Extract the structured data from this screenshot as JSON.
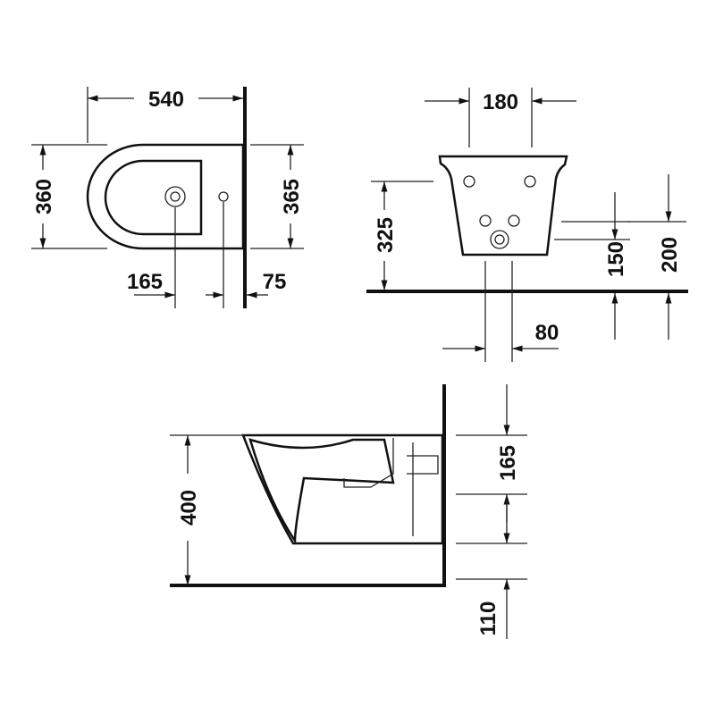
{
  "title": "Wall-mounted bidet dimension drawing",
  "views": {
    "top": {
      "width": "540",
      "depth_left": "360",
      "depth_right": "365",
      "tap_offset": "165",
      "wall_offset": "75"
    },
    "front": {
      "width": "180",
      "height": "325",
      "inlet_a": "150",
      "inlet_b": "200",
      "outlet_spacing": "80"
    },
    "side": {
      "rim_height": "400",
      "inlet_height": "165",
      "floor_gap": "110"
    }
  }
}
